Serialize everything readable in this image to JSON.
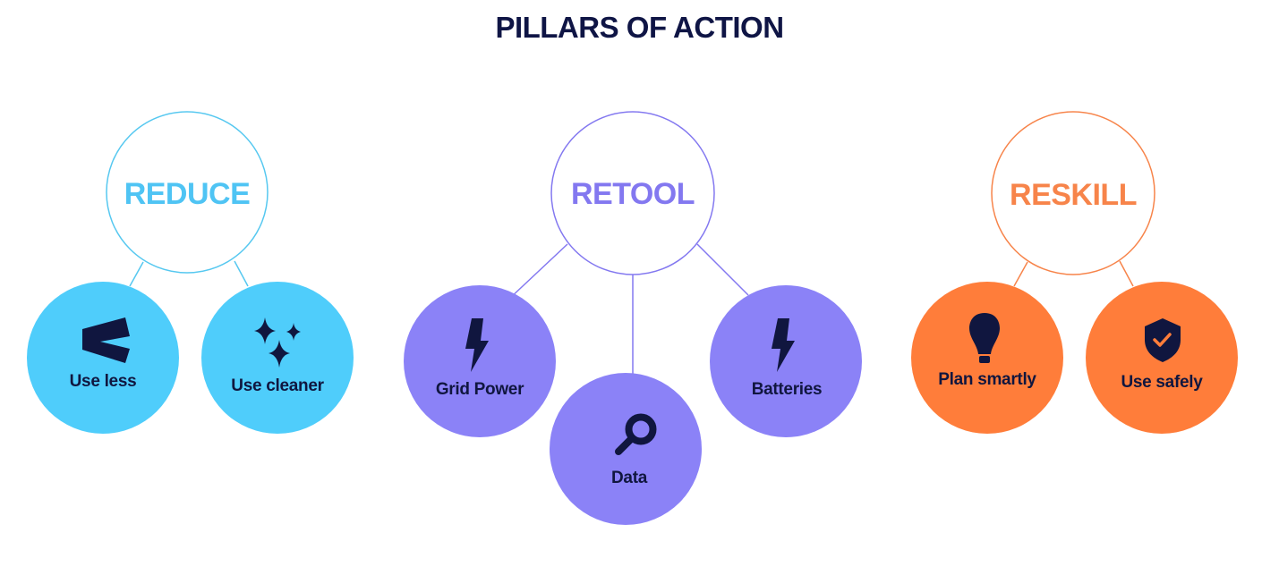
{
  "title": "PILLARS OF ACTION",
  "colors": {
    "title": "#0f1545",
    "icon": "#10163f",
    "reduce": "#4fcdfb",
    "reduce_outline": "#56c8f0",
    "retool": "#8b82f7",
    "retool_outline": "#8378f0",
    "reskill": "#ff7d3a",
    "reskill_outline": "#f7844a"
  },
  "pillars": [
    {
      "name": "REDUCE",
      "items": [
        {
          "label": "Use less",
          "icon": "less-than-icon"
        },
        {
          "label": "Use cleaner",
          "icon": "sparkles-icon"
        }
      ]
    },
    {
      "name": "RETOOL",
      "items": [
        {
          "label": "Grid Power",
          "icon": "lightning-bolt-icon"
        },
        {
          "label": "Data",
          "icon": "magnifying-glass-icon"
        },
        {
          "label": "Batteries",
          "icon": "lightning-bolt-icon"
        }
      ]
    },
    {
      "name": "RESKILL",
      "items": [
        {
          "label": "Plan smartly",
          "icon": "lightbulb-icon"
        },
        {
          "label": "Use safely",
          "icon": "shield-check-icon"
        }
      ]
    }
  ]
}
